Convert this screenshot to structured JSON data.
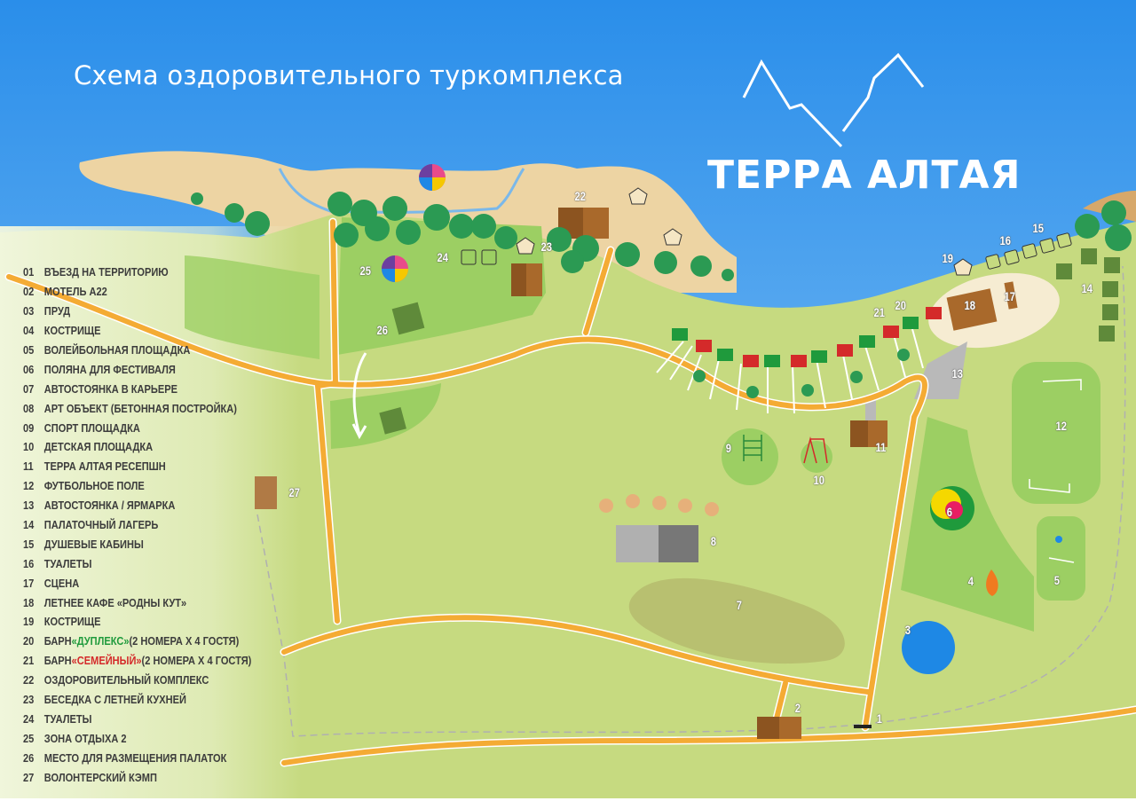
{
  "header": {
    "title": "Схема оздоровительного туркомплекса",
    "brand": "ТЕРРА АЛТАЯ"
  },
  "colors": {
    "sky_top": "#2a8eea",
    "sky_bottom": "#8fc8f2",
    "sand": "#edd4a3",
    "meadow": "#c6da80",
    "grass_dark": "#9ccf63",
    "road": "#f4ab34",
    "tree": "#2b9a53",
    "building_brown": "#a9692b",
    "pond": "#1e88e5",
    "parking_gray": "#b9b9b9",
    "duplex_green": "#1f9a3c",
    "family_red": "#d42a2a"
  },
  "legend": [
    {
      "num": "01",
      "label": "ВЪЕЗД НА ТЕРРИТОРИЮ"
    },
    {
      "num": "02",
      "label": "МОТЕЛЬ А22"
    },
    {
      "num": "03",
      "label": "ПРУД"
    },
    {
      "num": "04",
      "label": "КОСТРИЩЕ"
    },
    {
      "num": "05",
      "label": "ВОЛЕЙБОЛЬНАЯ ПЛОЩАДКА"
    },
    {
      "num": "06",
      "label": "ПОЛЯНА ДЛЯ ФЕСТИВАЛЯ"
    },
    {
      "num": "07",
      "label": "АВТОСТОЯНКА В КАРЬЕРЕ"
    },
    {
      "num": "08",
      "label": "АРТ ОБЪЕКТ (БЕТОННАЯ ПОСТРОЙКА)"
    },
    {
      "num": "09",
      "label": "СПОРТ ПЛОЩАДКА"
    },
    {
      "num": "10",
      "label": "ДЕТСКАЯ ПЛОЩАДКА"
    },
    {
      "num": "11",
      "label": "ТЕРРА АЛТАЯ РЕСЕПШН"
    },
    {
      "num": "12",
      "label": "ФУТБОЛЬНОЕ ПОЛЕ"
    },
    {
      "num": "13",
      "label": "АВТОСТОЯНКА / ЯРМАРКА"
    },
    {
      "num": "14",
      "label": "ПАЛАТОЧНЫЙ ЛАГЕРЬ"
    },
    {
      "num": "15",
      "label": "ДУШЕВЫЕ КАБИНЫ"
    },
    {
      "num": "16",
      "label": "ТУАЛЕТЫ"
    },
    {
      "num": "17",
      "label": "СЦЕНА"
    },
    {
      "num": "18",
      "label": "ЛЕТНЕЕ КАФЕ «РОДНЫ КУТ»"
    },
    {
      "num": "19",
      "label": "КОСТРИЩЕ"
    },
    {
      "num": "20",
      "label_prefix": "БАРН ",
      "label_highlight": "«ДУПЛЕКС»",
      "label_suffix": " (2 НОМЕРА Х 4 ГОСТЯ)"
    },
    {
      "num": "21",
      "label_prefix": "БАРН ",
      "label_highlight": "«СЕМЕЙНЫЙ»",
      "label_suffix": " (2 НОМЕРА Х 4 ГОСТЯ)"
    },
    {
      "num": "22",
      "label": "ОЗДОРОВИТЕЛЬНЫЙ КОМПЛЕКС"
    },
    {
      "num": "23",
      "label": "БЕСЕДКА С ЛЕТНЕЙ КУХНЕЙ"
    },
    {
      "num": "24",
      "label": "ТУАЛЕТЫ"
    },
    {
      "num": "25",
      "label": "ЗОНА ОТДЫХА 2"
    },
    {
      "num": "26",
      "label": "МЕСТО ДЛЯ РАЗМЕЩЕНИЯ ПАЛАТОК"
    },
    {
      "num": "27",
      "label": "ВОЛОНТЕРСКИЙ КЭМП"
    }
  ],
  "map_labels": {
    "l1": "1",
    "l2": "2",
    "l3": "3",
    "l4": "4",
    "l5": "5",
    "l6": "6",
    "l7": "7",
    "l8": "8",
    "l9": "9",
    "l10": "10",
    "l11": "11",
    "l12": "12",
    "l13": "13",
    "l14": "14",
    "l15": "15",
    "l16": "16",
    "l17": "17",
    "l18": "18",
    "l19": "19",
    "l20": "20",
    "l21": "21",
    "l22": "22",
    "l23": "23",
    "l24": "24",
    "l25": "25",
    "l26": "26",
    "l27": "27"
  }
}
